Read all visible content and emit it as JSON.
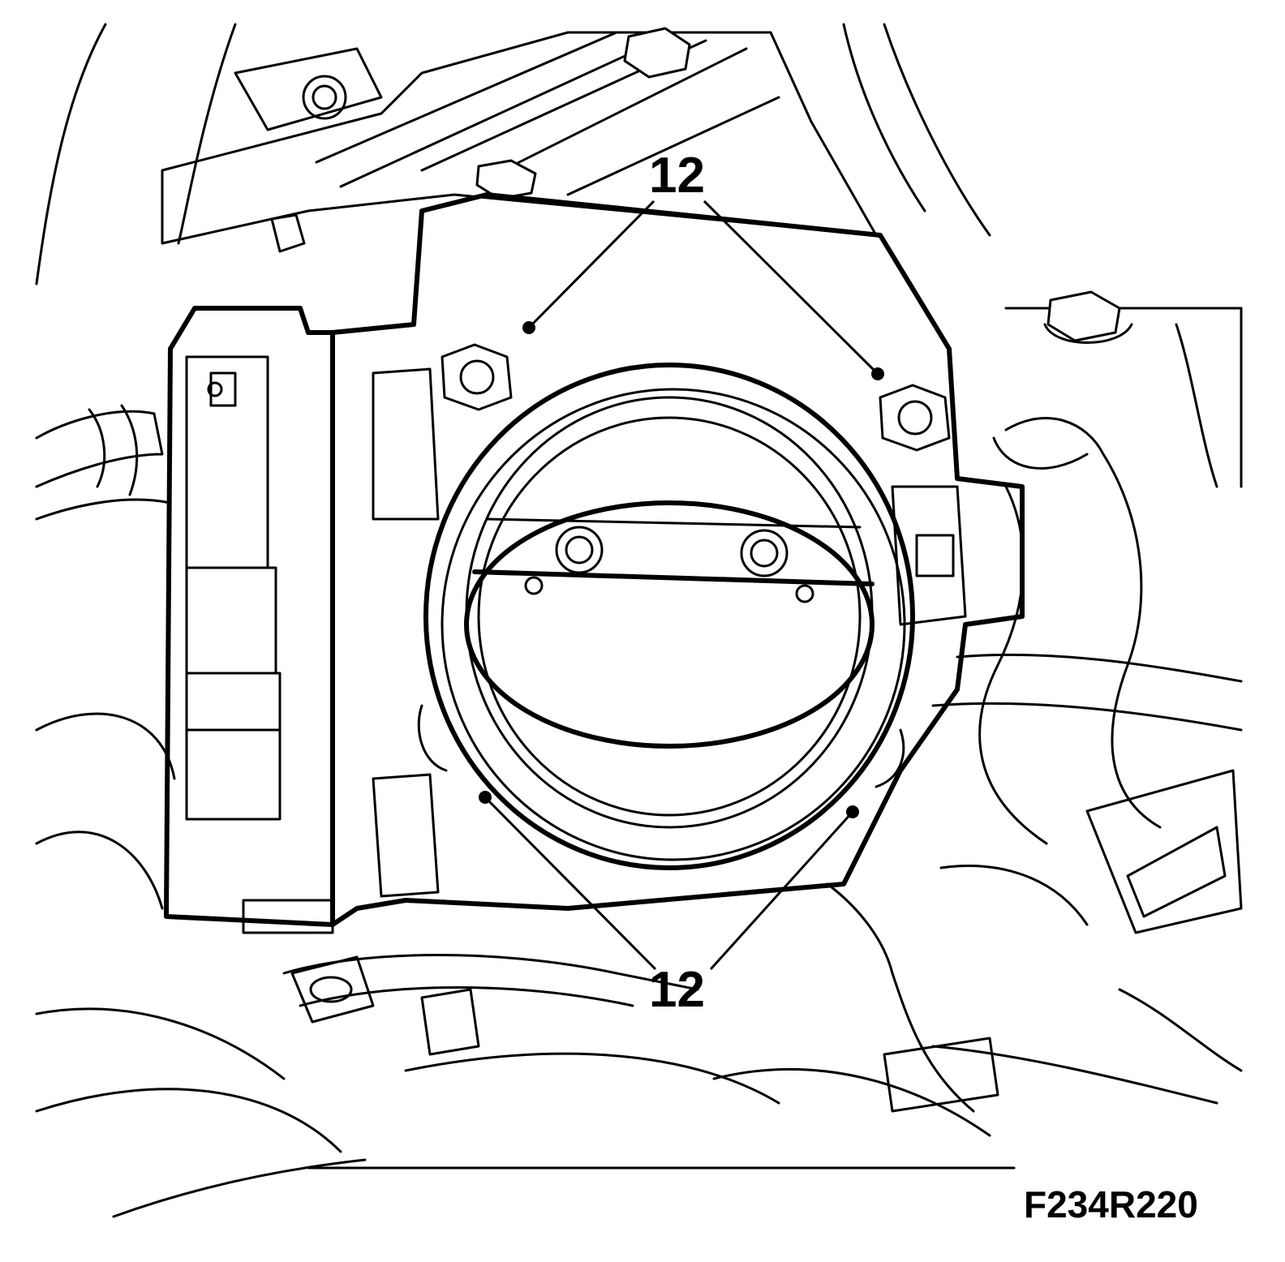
{
  "figure": {
    "callouts": [
      {
        "label": "12"
      },
      {
        "label": "12"
      }
    ],
    "figure_id": "F234R220"
  }
}
